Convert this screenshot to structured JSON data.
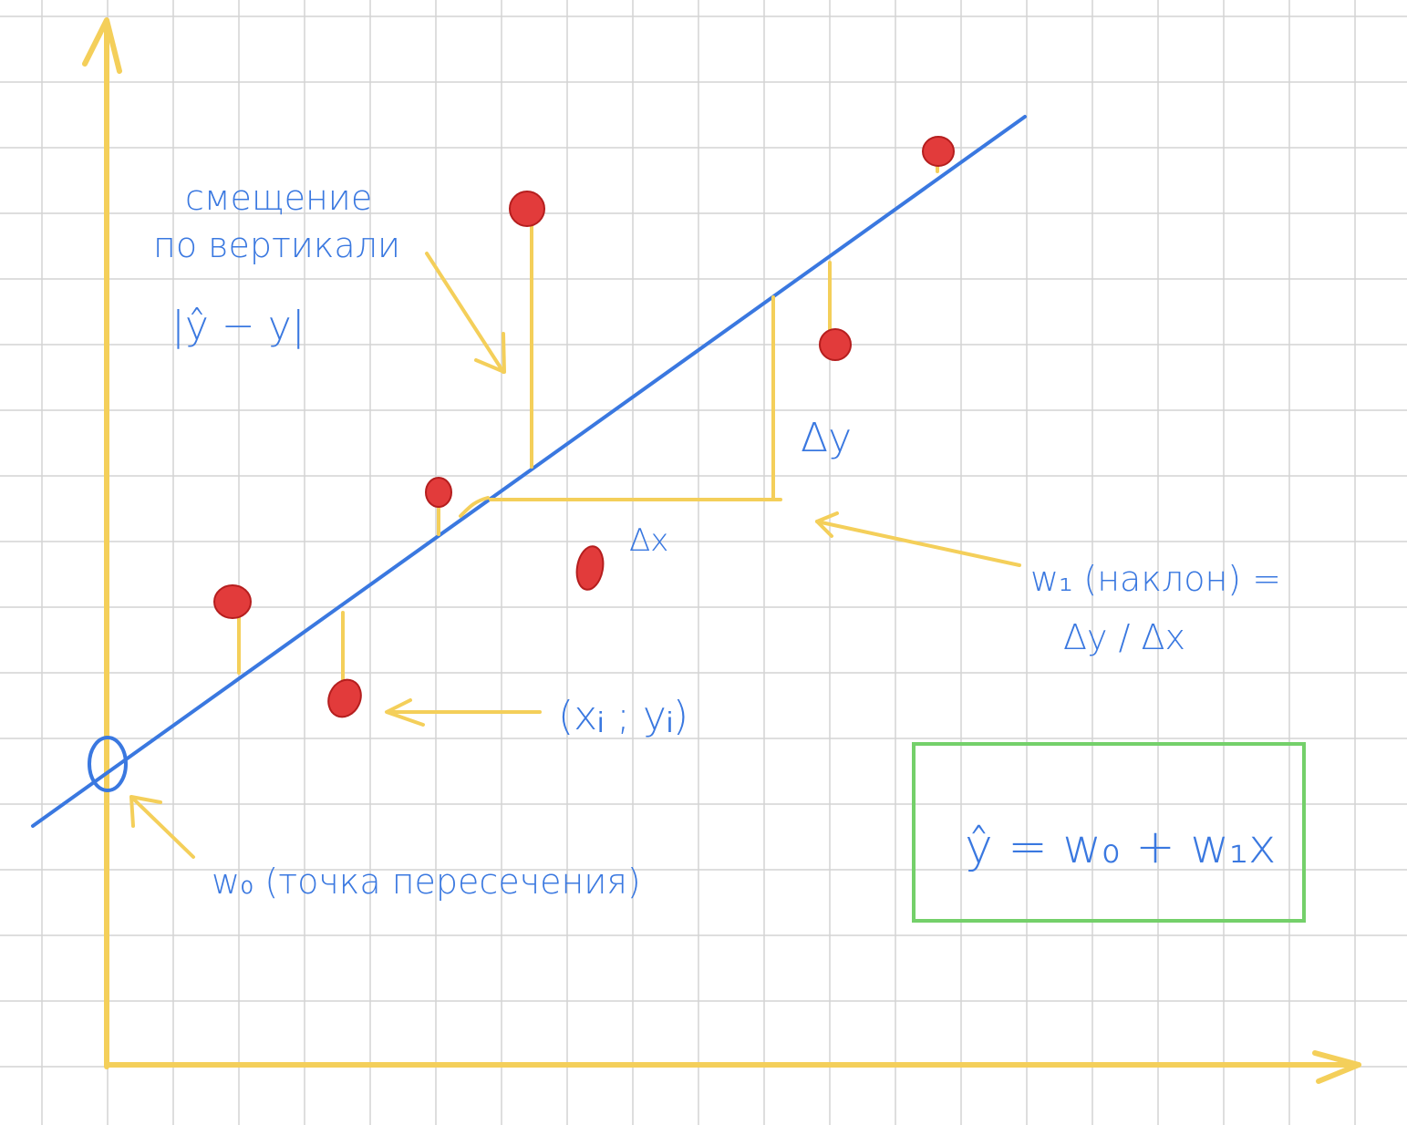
{
  "labels": {
    "offset_line1": "смещение",
    "offset_line2": "по вертикали",
    "offset_formula": "|ŷ − y|",
    "delta_y": "Δy",
    "delta_x": "Δx",
    "slope_line1": "w₁ (наклон) =",
    "slope_line2": "Δy / Δx",
    "point_label": "(xᵢ ; yᵢ)",
    "intercept_label": "w₀ (точка пересечения)",
    "formula": "ŷ = w₀ + w₁x"
  },
  "colors": {
    "axis": "#f4cf5a",
    "regression_line": "#3a78e0",
    "data_point": "#e23b3b",
    "formula_box": "#74d06a",
    "grid": "#d3d3d3"
  }
}
